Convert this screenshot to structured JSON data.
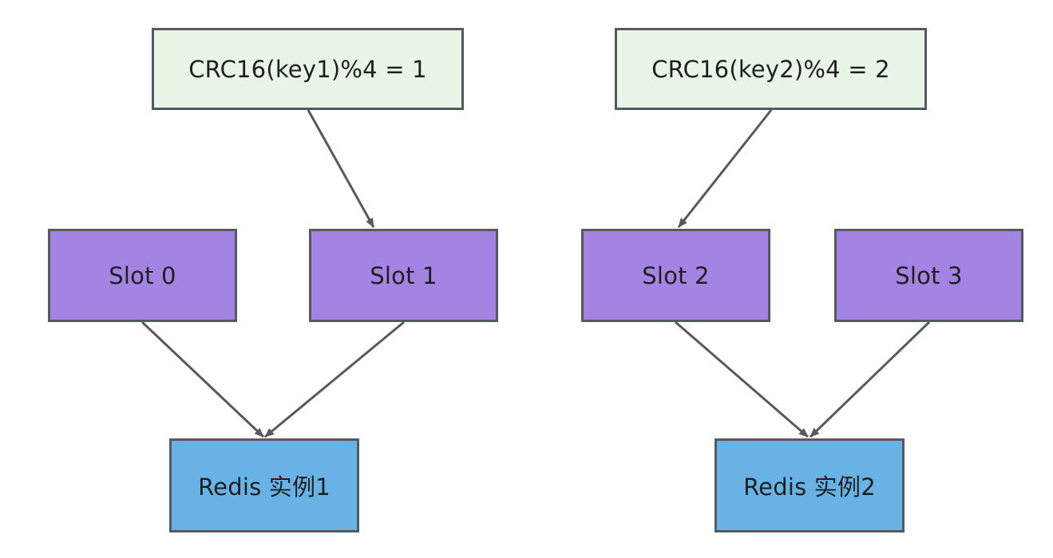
{
  "diagram": {
    "hash_nodes": [
      {
        "label": "CRC16(key1)%4 = 1"
      },
      {
        "label": "CRC16(key2)%4 = 2"
      }
    ],
    "slot_nodes": [
      {
        "label": "Slot 0"
      },
      {
        "label": "Slot 1"
      },
      {
        "label": "Slot 2"
      },
      {
        "label": "Slot 3"
      }
    ],
    "redis_nodes": [
      {
        "label": "Redis 实例1"
      },
      {
        "label": "Redis 实例2"
      }
    ],
    "edges": [
      {
        "from": "CRC16(key1)%4 = 1",
        "to": "Slot 1"
      },
      {
        "from": "CRC16(key2)%4 = 2",
        "to": "Slot 2"
      },
      {
        "from": "Slot 0",
        "to": "Redis 实例1"
      },
      {
        "from": "Slot 1",
        "to": "Redis 实例1"
      },
      {
        "from": "Slot 2",
        "to": "Redis 实例2"
      },
      {
        "from": "Slot 3",
        "to": "Redis 实例2"
      }
    ],
    "colors": {
      "hash_fill": "#e8f5e7",
      "slot_fill": "#a384e2",
      "redis_fill": "#68b2e6",
      "border": "#555a5f",
      "arrow": "#555a5f"
    }
  }
}
